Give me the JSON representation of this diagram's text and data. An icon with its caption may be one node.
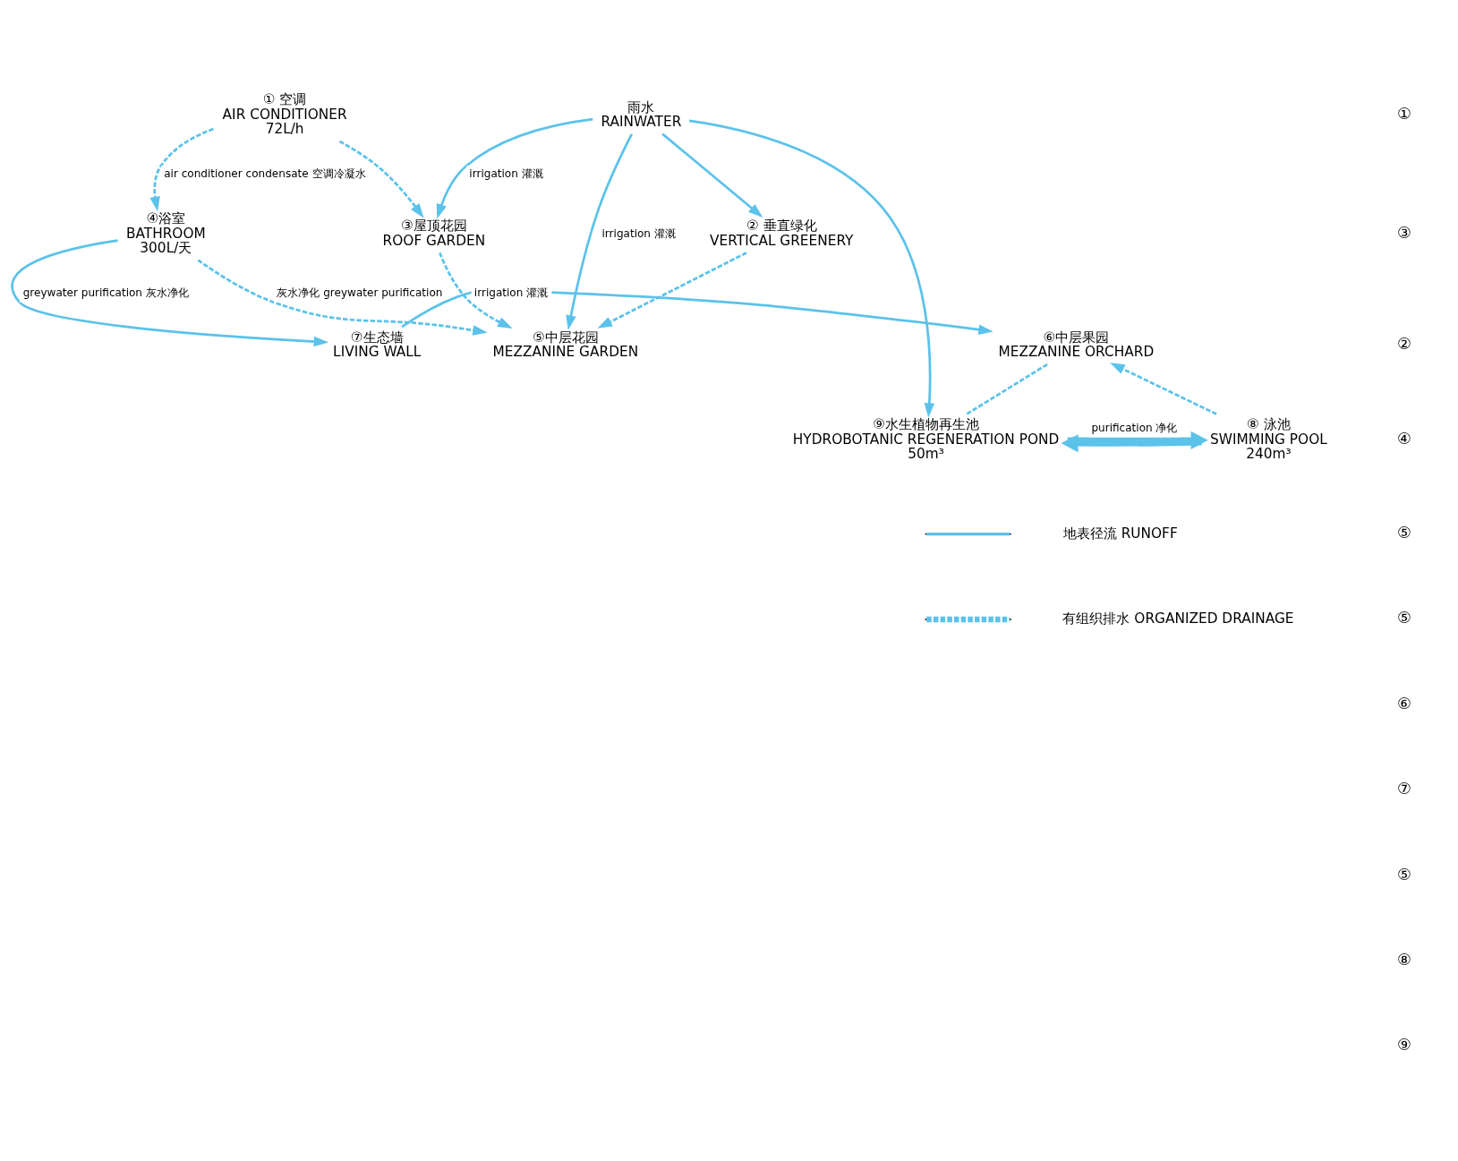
{
  "diagram": {
    "nodes": [
      {
        "text": [
          "① 空调",
          "AIR CONDITIONER"
        ],
        "beside": [
          "72L/h"
        ]
      },
      {
        "text": [
          "② 垂直绿化",
          "VERTICAL GREENERY"
        ]
      },
      {
        "text": [
          "③屋顶花园",
          "ROOF GARDEN"
        ]
      },
      {
        "text": [
          "雨水",
          "RAINWATER"
        ]
      },
      {
        "text": [
          "④浴室",
          "BATHROOM"
        ],
        "beside": [
          "300L/天"
        ]
      },
      {
        "text": [
          "⑤中层花园",
          "MEZZANINE GARDEN"
        ]
      },
      {
        "text": [
          "⑦生态墙",
          "LIVING WALL"
        ]
      },
      {
        "text": [
          "⑥中层果园",
          "MEZZANINE ORCHARD"
        ]
      },
      {
        "text": [
          "⑧ 泳池",
          "SWIMMING POOL"
        ],
        "beside": [
          "240m³"
        ]
      },
      {
        "text": [
          "⑨水生植物再生池",
          "HYDROBOTANIC REGENERATION POND"
        ],
        "beside": [
          "50m³"
        ]
      }
    ],
    "edges": [
      {
        "from": 3,
        "to": 1,
        "arrow": "to"
      },
      {
        "from": 3,
        "to": 2,
        "arrow": "to",
        "label": "irrigation 灌溉"
      },
      {
        "from": 0,
        "to": 2,
        "arrow": "to",
        "style": "dashed"
      },
      {
        "from": 0,
        "to": 4,
        "arrow": "to",
        "style": "dashed",
        "label": "air conditioner condensate 空调冷凝水"
      },
      {
        "from": 3,
        "to": 5,
        "arrow": "to",
        "label": "irrigation 灌溉"
      },
      {
        "from": 3,
        "to": 9,
        "arrow": "to"
      },
      {
        "from": 1,
        "to": 5,
        "arrow": "to",
        "style": "dashed"
      },
      {
        "from": 2,
        "to": 5,
        "arrow": "to",
        "style": "dashed"
      },
      {
        "from": 4,
        "to": 5,
        "arrow": "to",
        "style": "dashed",
        "label": "灰水净化 greywater purification"
      },
      {
        "from": 4,
        "to": 6,
        "arrow": "to",
        "label": "greywater purification 灰水净化"
      },
      {
        "from": 6,
        "to": 7,
        "arrow": "to",
        "label": "irrigation 灌溉"
      },
      {
        "from": 8,
        "to": 7,
        "arrow": "to",
        "style": "dashed"
      },
      {
        "from": 7,
        "to": 9,
        "arrow": "none",
        "style": "dashed"
      },
      {
        "from": 8,
        "to": 9,
        "arrow": "to",
        "style": "thick"
      },
      {
        "from": 9,
        "to": 8,
        "arrow": "to",
        "style": "thick",
        "label": "purification 净化"
      }
    ],
    "labels": [
      "①",
      "③",
      "②",
      "④",
      "⑤",
      "⑤",
      "⑥",
      "⑦",
      "⑤",
      "⑧",
      "⑨"
    ],
    "legend": [
      {
        "text": "地表径流 RUNOFF"
      },
      {
        "text": "有组织排水 ORGANIZED DRAINAGE"
      }
    ]
  }
}
